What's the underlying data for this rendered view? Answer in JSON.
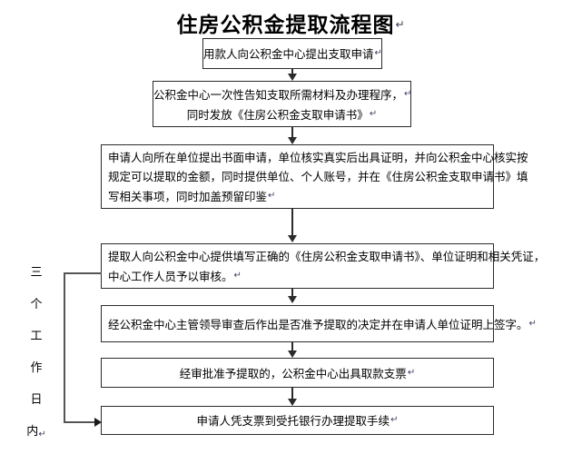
{
  "title": {
    "text": "住房公积金提取流程图",
    "mark": "↵"
  },
  "side_label": {
    "chars": [
      "三",
      "个",
      "工",
      "作",
      "日",
      "内"
    ],
    "mark": "↵",
    "full_text": "三个工作日内"
  },
  "marks": {
    "paragraph": "↵"
  },
  "colors": {
    "box_border": "#2b2b2b",
    "connector": "#555555",
    "arrow": "#1a1a1a",
    "background": "#ffffff",
    "text": "#000000",
    "mark": "#3d3d66"
  },
  "nodes": [
    {
      "id": "node-1",
      "lines": [
        "用款人向公积金中心提出支取申请"
      ],
      "align": "center"
    },
    {
      "id": "node-2",
      "lines": [
        "公积金中心一次性告知支取所需材料及办理程序，",
        "同时发放《住房公积金支取申请书》"
      ],
      "align": "center"
    },
    {
      "id": "node-3",
      "lines": [
        "申请人向所在单位提出书面申请，单位核实真实后出具证明，并向公积金中心核实按",
        "规定可以提取的金额，同时提供单位、个人账号，并在《住房公积金支取申请书》填",
        "写相关事项，同时加盖预留印鉴"
      ],
      "align": "justify"
    },
    {
      "id": "node-4",
      "lines": [
        "提取人向公积金中心提供填写正确的《住房公积金支取申请书》、单位证明和相关凭证，",
        "中心工作人员予以审核。"
      ],
      "align": "justify"
    },
    {
      "id": "node-5",
      "lines": [
        "经公积金中心主管领导审查后作出是否准予提取的决定并在申请人单位证明上签字。"
      ],
      "align": "justify"
    },
    {
      "id": "node-6",
      "lines": [
        "经审批准予提取的，公积金中心出具取款支票"
      ],
      "align": "center"
    },
    {
      "id": "node-7",
      "lines": [
        "申请人凭支票到受托银行办理提取手续"
      ],
      "align": "center"
    }
  ]
}
